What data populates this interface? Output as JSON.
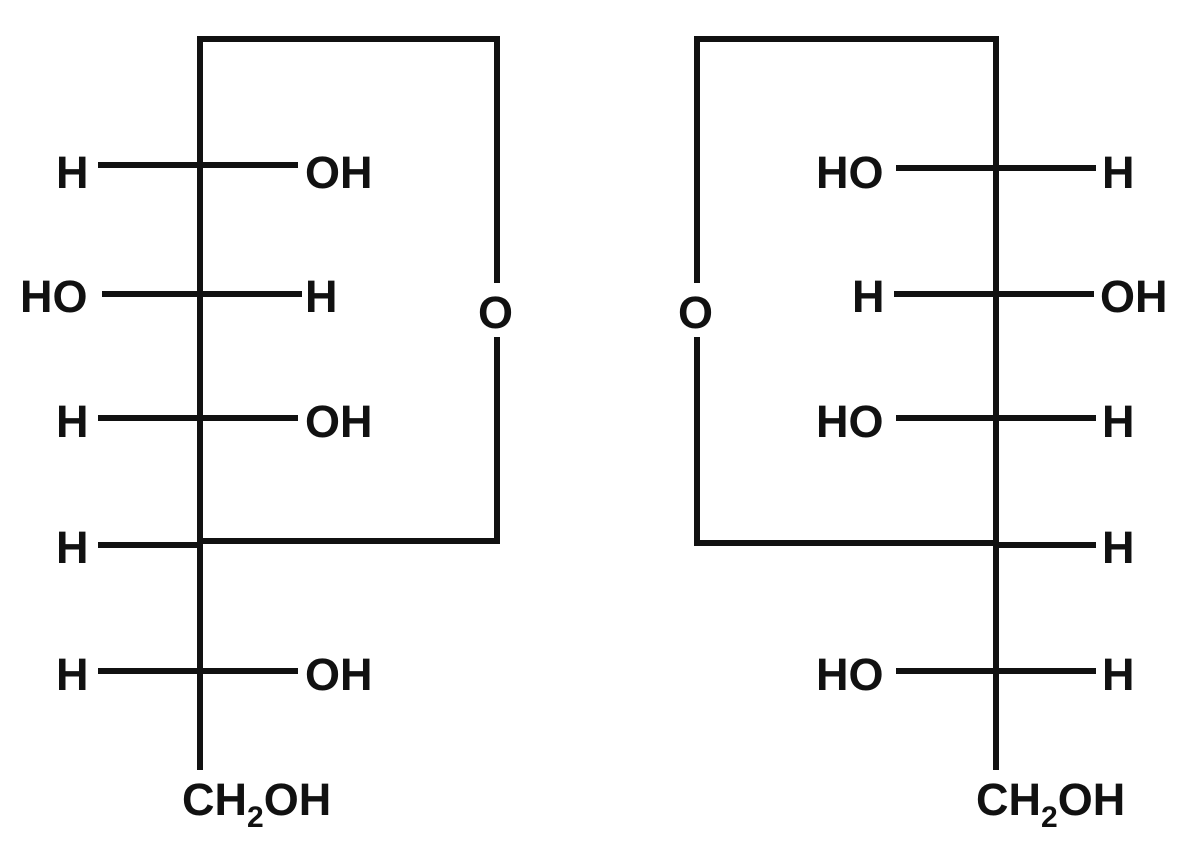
{
  "colors": {
    "ink": "#111111",
    "background": "#ffffff"
  },
  "left_structure": {
    "row1": {
      "left": "H",
      "right": "OH"
    },
    "row2": {
      "left": "HO",
      "right": "H"
    },
    "row3": {
      "left": "H",
      "right": "OH"
    },
    "row4": {
      "left": "H"
    },
    "row5": {
      "left": "H",
      "right": "OH"
    },
    "ring_oxygen": "O",
    "terminal": {
      "prefix": "CH",
      "subscript": "2",
      "suffix": "OH"
    }
  },
  "right_structure": {
    "row1": {
      "left": "HO",
      "right": "H"
    },
    "row2": {
      "left": "H",
      "right": "OH"
    },
    "row3": {
      "left": "HO",
      "right": "H"
    },
    "row4": {
      "right": "H"
    },
    "row5": {
      "left": "HO",
      "right": "H"
    },
    "ring_oxygen": "O",
    "terminal": {
      "prefix": "CH",
      "subscript": "2",
      "suffix": "OH"
    }
  }
}
